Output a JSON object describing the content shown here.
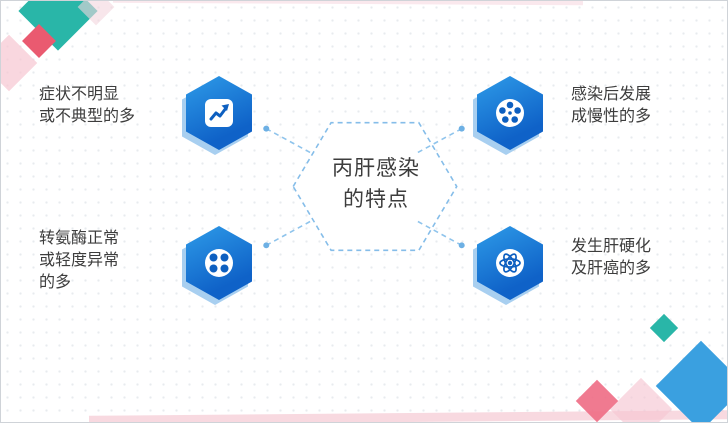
{
  "slide": {
    "title": "丙肝感染\n的特点",
    "items": [
      {
        "id": "symptoms",
        "position": "top-left",
        "icon": "trend-chart-icon",
        "label": "症状不明显\n或不典型的多"
      },
      {
        "id": "chronic",
        "position": "top-right",
        "icon": "film-reel-icon",
        "label": "感染后发展\n成慢性的多"
      },
      {
        "id": "enzyme",
        "position": "bottom-left",
        "icon": "four-dots-icon",
        "label": "转氨酶正常\n或轻度异常\n的多"
      },
      {
        "id": "cirrhosis",
        "position": "bottom-right",
        "icon": "atom-icon",
        "label": "发生肝硬化\n及肝癌的多"
      }
    ],
    "colors": {
      "hexagon_gradient_start": "#2e9be8",
      "hexagon_gradient_end": "#0f62c8",
      "hexagon_back_light_blue": "#a8cff0",
      "connector_blue": "#8fc4ec",
      "center_outline_blue": "#85bde9",
      "icon_blue": "#0d5fc0",
      "teal": "#29b6a8",
      "pink": "#ea5a70",
      "light_pink": "#f6c6d2",
      "text": "#3d3d3d"
    }
  }
}
